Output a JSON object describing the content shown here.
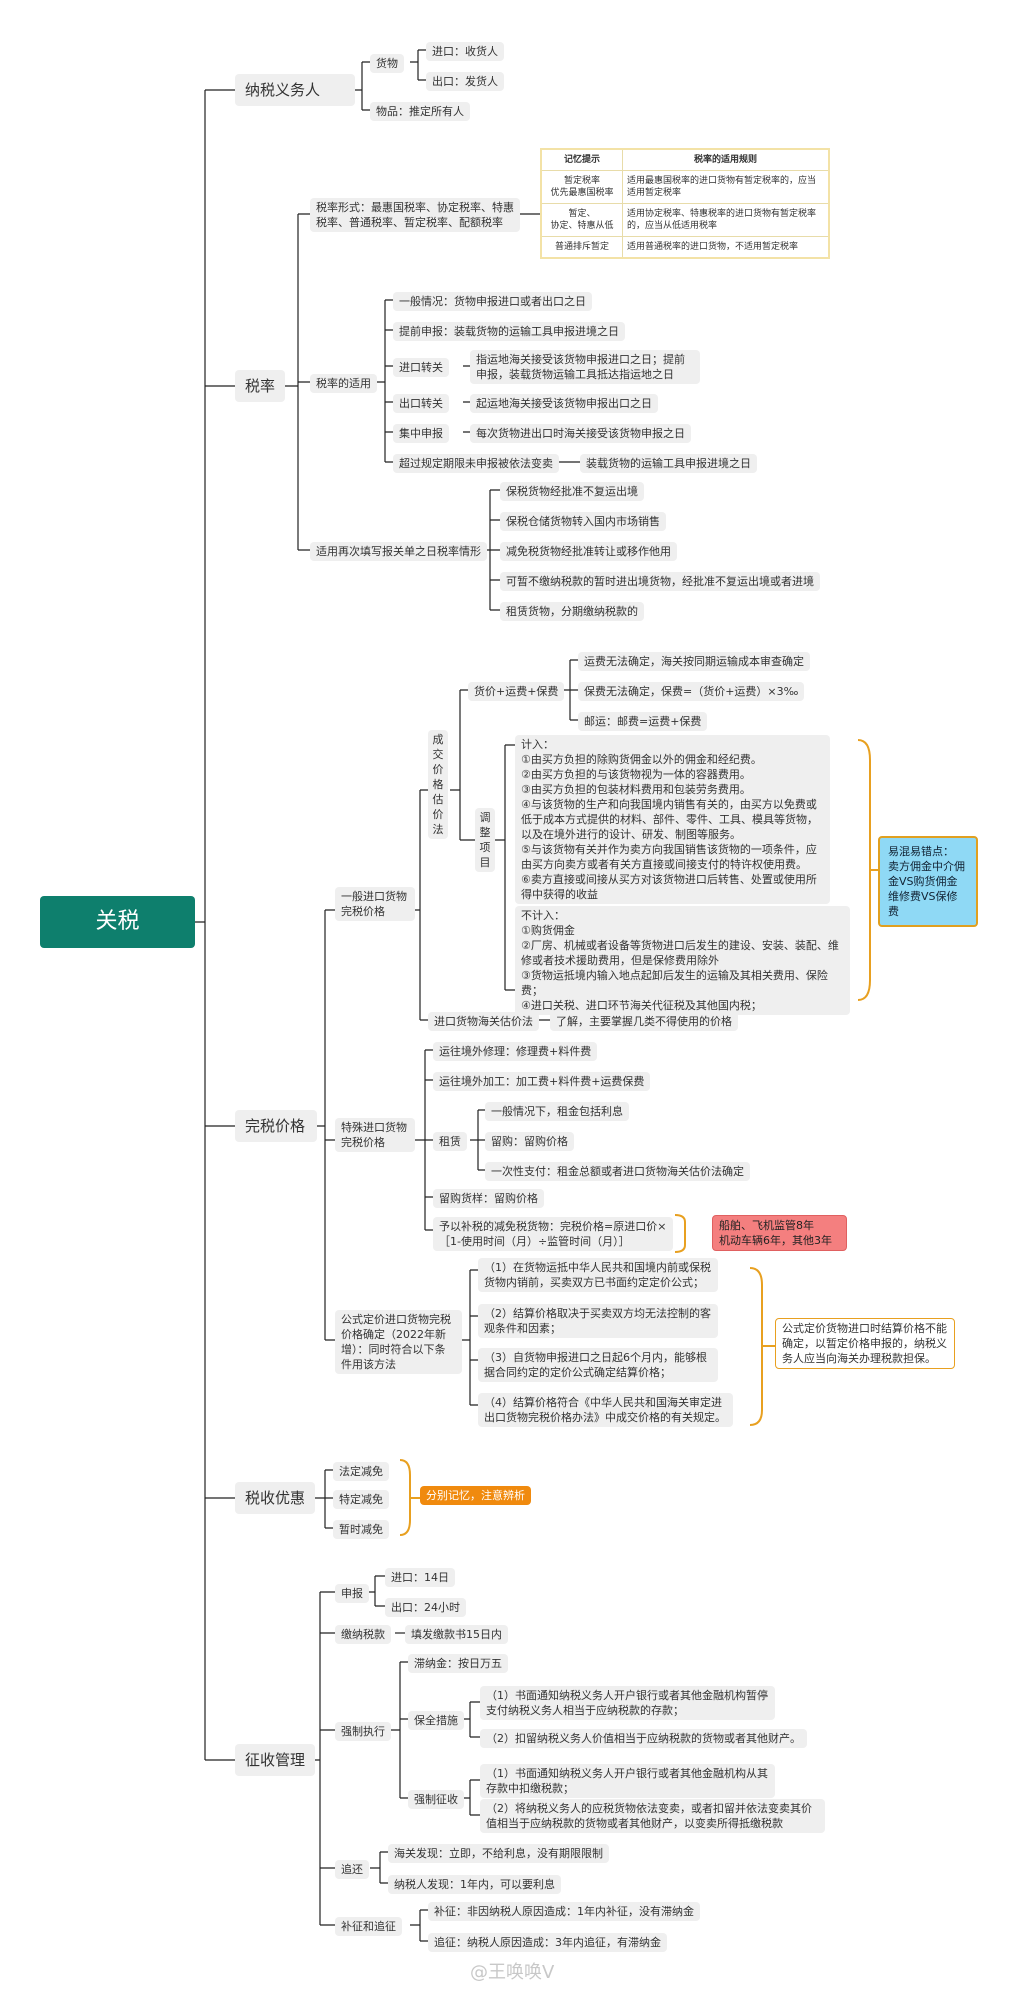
{
  "root": "关税",
  "taxpayer": {
    "label": "纳税义务人",
    "goods": "货物",
    "import": "进口：收货人",
    "export": "出口：发货人",
    "articles": "物品：推定所有人"
  },
  "rate": {
    "label": "税率",
    "forms": "税率形式：最惠国税率、协定税率、特惠税率、普通税率、暂定税率、配额税率",
    "memo": {
      "headers": [
        "记忆提示",
        "税率的适用规则"
      ],
      "rows": [
        [
          "暂定税率\n优先最惠国税率",
          "适用最惠国税率的进口货物有暂定税率的，应当适用暂定税率"
        ],
        [
          "暂定、\n协定、特惠从低",
          "适用协定税率、特惠税率的进口货物有暂定税率的，应当从低适用税率"
        ],
        [
          "普通排斥暂定",
          "适用普通税率的进口货物，不适用暂定税率"
        ]
      ]
    },
    "apply": "税率的适用",
    "general": "一般情况：货物申报进口或者出口之日",
    "advance": "提前申报：装载货物的运输工具申报进境之日",
    "transit_in_label": "进口转关",
    "transit_in": "指运地海关接受该货物申报进口之日；提前申报，装载货物运输工具抵达指运地之日",
    "transit_out_label": "出口转关",
    "transit_out": "起运地海关接受该货物申报出口之日",
    "centralized_label": "集中申报",
    "centralized": "每次货物进出口时海关接受该货物申报之日",
    "overdue_label": "超过规定期限未申报被依法变卖",
    "overdue": "装载货物的运输工具申报进境之日",
    "refill_label": "适用再次填写报关单之日税率情形",
    "refill": [
      "保税货物经批准不复运出境",
      "保税仓储货物转入国内市场销售",
      "减免税货物经批准转让或移作他用",
      "可暂不缴纳税款的暂时进出境货物，经批准不复运出境或者进境",
      "租赁货物，分期缴纳税款的"
    ]
  },
  "dutiable": {
    "label": "完税价格",
    "general_import": "一般进口货物完税价格",
    "transaction": "成交价格估价法",
    "formula": "货价+运费+保费",
    "freight": "运费无法确定，海关按同期运输成本审查确定",
    "insurance": "保费无法确定，保费=（货价+运费）×3‰",
    "post": "邮运：邮费=运费+保费",
    "adjust": "调整项目",
    "include_title": "计入：",
    "include": [
      "①由买方负担的除购货佣金以外的佣金和经纪费。",
      "②由买方负担的与该货物视为一体的容器费用。",
      "③由买方负担的包装材料费用和包装劳务费用。",
      "④与该货物的生产和向我国境内销售有关的，由买方以免费或低于成本方式提供的材料、部件、零件、工具、模具等货物，以及在境外进行的设计、研发、制图等服务。",
      "⑤与该货物有关并作为卖方向我国销售该货物的一项条件，应由买方向卖方或者有关方直接或间接支付的特许权使用费。",
      "⑥卖方直接或间接从买方对该货物进口后转售、处置或使用所得中获得的收益"
    ],
    "exclude_title": "不计入：",
    "exclude": [
      "①购货佣金",
      "②厂房、机械或者设备等货物进口后发生的建设、安装、装配、维修或者技术援助费用，但是保修费用除外",
      "③货物运抵境内输入地点起卸后发生的运输及其相关费用、保险费；",
      "④进口关税、进口环节海关代征税及其他国内税；"
    ],
    "confuse": "易混易错点：\n卖方佣金中介佣金VS购货佣金\n维修费VS保修费",
    "customs_estimate_label": "进口货物海关估价法",
    "customs_estimate": "了解，主要掌握几类不得使用的价格",
    "special": "特殊进口货物完税价格",
    "repair": "运往境外修理：修理费+料件费",
    "processing": "运往境外加工：加工费+料件费+运费保费",
    "lease_label": "租赁",
    "lease": [
      "一般情况下，租金包括利息",
      "留购：留购价格",
      "一次性支付：租金总额或者进口货物海关估价法确定"
    ],
    "retained": "留购货样：留购价格",
    "reduced": "予以补税的减免税货物：完税价格=原进口价×［1-使用时间（月）÷监管时间（月）］",
    "supervise": "船舶、飞机监管8年\n机动车辆6年，其他3年",
    "formula_price": "公式定价进口货物完税价格确定（2022年新增）：同时符合以下条件用该方法",
    "conditions": [
      "（1）在货物运抵中华人民共和国境内前或保税货物内销前，买卖双方已书面约定定价公式；",
      "（2）结算价格取决于买卖双方均无法控制的客观条件和因素；",
      "（3）自货物申报进口之日起6个月内，能够根据合同约定的定价公式确定结算价格；",
      "（4）结算价格符合《中华人民共和国海关审定进出口货物完税价格办法》中成交价格的有关规定。"
    ],
    "formula_note": "公式定价货物进口时结算价格不能确定，以暂定价格申报的，纳税义务人应当向海关办理税款担保。"
  },
  "relief": {
    "label": "税收优惠",
    "items": [
      "法定减免",
      "特定减免",
      "暂时减免"
    ],
    "note": "分别记忆，注意辨析"
  },
  "collection": {
    "label": "征收管理",
    "declare": "申报",
    "declare_in": "进口：14日",
    "declare_out": "出口：24小时",
    "pay_label": "缴纳税款",
    "pay": "填发缴款书15日内",
    "enforce": "强制执行",
    "late_fee": "滞纳金：按日万五",
    "preserve": "保全措施",
    "preserve_items": [
      "（1）书面通知纳税义务人开户银行或者其他金融机构暂停支付纳税义务人相当于应纳税款的存款；",
      "（2）扣留纳税义务人价值相当于应纳税款的货物或者其他财产。"
    ],
    "force": "强制征收",
    "force_items": [
      "（1）书面通知纳税义务人开户银行或者其他金融机构从其存款中扣缴税款；",
      "（2）将纳税义务人的应税货物依法变卖，或者扣留并依法变卖其价值相当于应纳税款的货物或者其他财产，以变卖所得抵缴税款"
    ],
    "recover": "追还",
    "recover_customs": "海关发现：立即，不给利息，没有期限限制",
    "recover_taxpayer": "纳税人发现：1年内，可以要利息",
    "supplement": "补征和追征",
    "supplement_a": "补征：非因纳税人原因造成：1年内补征，没有滞纳金",
    "supplement_b": "追征：纳税人原因造成：3年内追征，有滞纳金"
  },
  "watermark": "@王唤唤V"
}
